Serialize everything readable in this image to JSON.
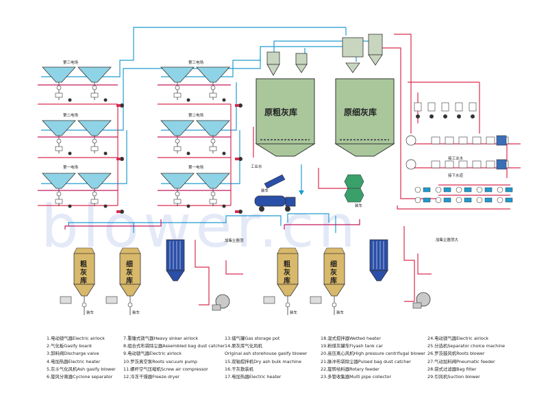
{
  "watermark": "blower.cn",
  "fields": {
    "third": "第三电场",
    "second": "第二电场",
    "first": "第一电场"
  },
  "silos": {
    "raw_ash": "原粗灰库",
    "fine_ash": "原细灰库",
    "coarse": "粗灰库",
    "fine": "细灰库"
  },
  "labels": {
    "loading_truck": "装车",
    "industrial_water": "工业水",
    "industrial_water_2": "接工业水",
    "drain": "接下水道",
    "dust_top": "加集尘器顶",
    "dust_top_2": "加集尘器顶大"
  },
  "colors": {
    "pipe_blue": "#1f9bd0",
    "pipe_red": "#d92a4e",
    "pipe_magenta": "#c2185b",
    "silo_green": "#a9c79b",
    "silo_tan": "#d8b86a",
    "hopper_teal": "#8fd3e6",
    "filter_blue": "#2a4fa8"
  },
  "legend": [
    [
      "1.电动锁气器Electric airlock",
      "2.气化板Gasify board",
      "3.卸料阀Discharge valve",
      "4.电加热器Electric heater",
      "5.灰斗气化风机Ash gasify blower",
      "6.旋风分离器Cyclone separator"
    ],
    [
      "7.重锤式锁气器Heavy sinker airlock",
      "8.组合式布袋除尘器Assembled bag dust catcher",
      "9.电动锁气器Electric airlock",
      "10.罗茨真空泵Roots vacuum pump",
      "11.螺杆空气压缩机Screw air compressor",
      "12.冷冻干燥器Freeze dryer"
    ],
    [
      "13.储气罐Gas storage pot",
      "14.原灰库气化风机",
      "Original ash storehouse gasify blower",
      "15.双轴搅拌机Dry ash bulk machine",
      "16.干灰散装机",
      "17.电加热器Electric heater"
    ],
    [
      "18.湿式搅拌器Wetted heater",
      "19.粉煤灰罐车Flyash tank car",
      "20.高压离心风机High pressure centrifugal blower",
      "21.脉冲布袋除尘器Pulsed bag dust catcher",
      "22.旋转给料器Rotary feeder",
      "23.多管收集器Multi pipe collector"
    ],
    [
      "24.电动锁气器Electric airlock",
      "25.分选机Separator choice machine",
      "26.罗茨鼓风机Roots blower",
      "27.气动加料阀Pneumatic feeder",
      "28.袋式过滤器Bag filter",
      "29.引风机Suction blower"
    ]
  ]
}
